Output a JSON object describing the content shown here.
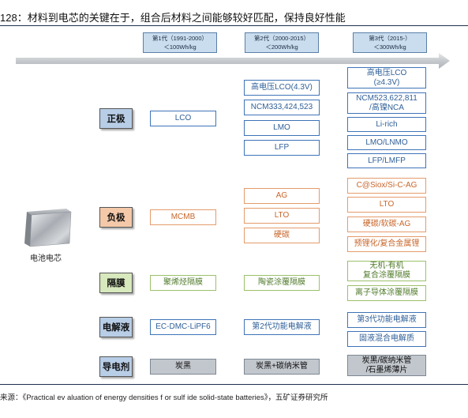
{
  "title": "128：材料到电芯的关键在于，组合后材料之间能够较好匹配，保持良好性能",
  "source": "来源：《Practical ev aluation of energy densities f or sulf ide solid-state batteries》，五矿证券研究所",
  "battery_label": "电池电芯",
  "generations": [
    {
      "line1": "第1代（1991-2000）",
      "line2": "＜100Wh/kg"
    },
    {
      "line1": "第2代（2000-2015）",
      "line2": "＜200Wh/kg"
    },
    {
      "line1": "第3代（2015-）",
      "line2": "＜300Wh/kg"
    }
  ],
  "categories": {
    "cathode": "正极",
    "anode": "负极",
    "separator": "隔膜",
    "electrolyte": "电解液",
    "conductive": "导电剂"
  },
  "cathode": {
    "gen1": [
      "LCO"
    ],
    "gen2": [
      "高电压LCO(4.3V)",
      "NCM333,424,523",
      "LMO",
      "LFP"
    ],
    "gen3": [
      [
        "高电压LCO",
        "(≥4.3V)"
      ],
      [
        "NCM523,622,811",
        "/高镍NCA"
      ],
      [
        "Li-rich"
      ],
      [
        "LMO/LNMO"
      ],
      [
        "LFP/LMFP"
      ]
    ]
  },
  "anode": {
    "gen1": [
      "MCMB"
    ],
    "gen2": [
      "AG",
      "LTO",
      "硬碳"
    ],
    "gen3": [
      "C@Siox/Si-C-AG",
      "LTO",
      "硬碳/软碳-AG",
      "预锂化/复合金属锂"
    ]
  },
  "separator": {
    "gen1": [
      "聚烯烃隔膜"
    ],
    "gen2": [
      "陶瓷涂覆隔膜"
    ],
    "gen3": [
      [
        "无机-有机",
        "复合涂覆隔膜"
      ],
      [
        "离子导体涂覆隔膜"
      ]
    ]
  },
  "electrolyte": {
    "gen1": [
      "EC-DMC-LiPF6"
    ],
    "gen2": [
      "第2代功能电解液"
    ],
    "gen3": [
      "第3代功能电解液",
      "固液混合电解质"
    ]
  },
  "conductive": {
    "gen1": [
      "炭黑"
    ],
    "gen2": [
      "炭黑+碳纳米管"
    ],
    "gen3": [
      [
        "炭黑/碳纳米管",
        "/石墨烯薄片"
      ]
    ]
  },
  "colors": {
    "cat_blue": "#b8cde6",
    "cat_orange": "#f4c9a9",
    "cat_green": "#d7e9bd",
    "arrow": "#c9ccd0"
  }
}
